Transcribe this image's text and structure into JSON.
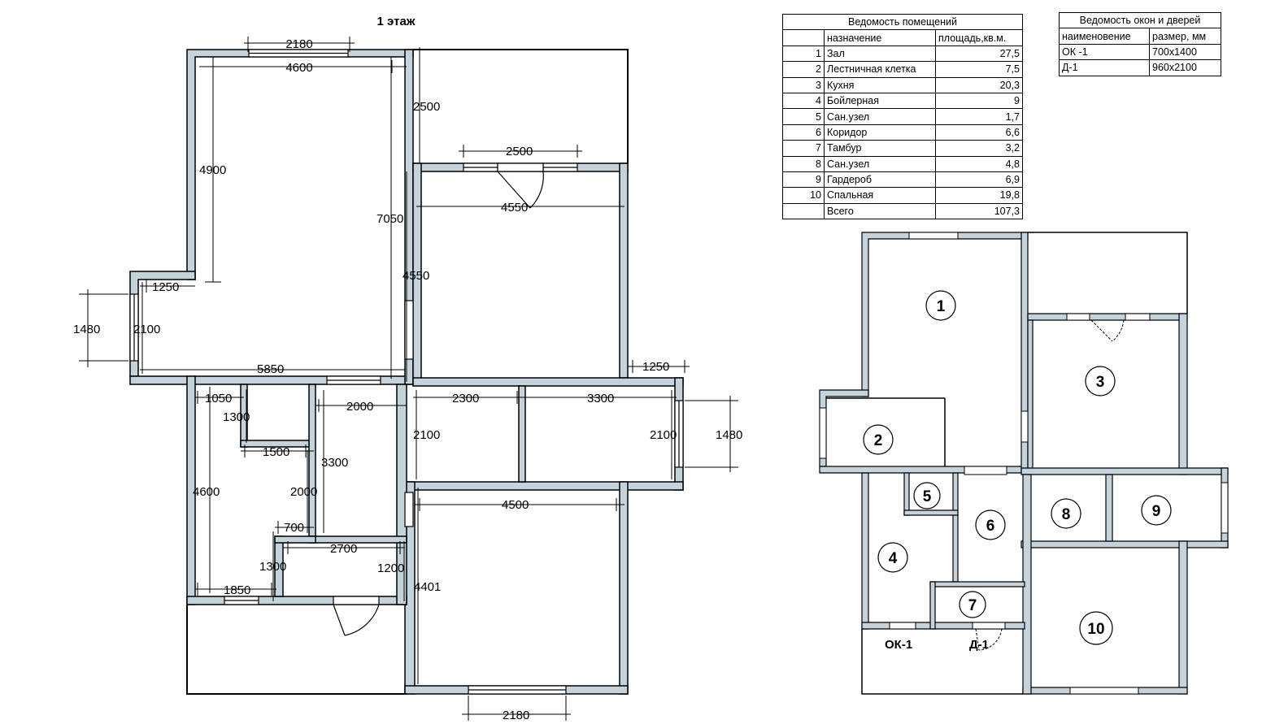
{
  "drawing": {
    "title": "1 этаж",
    "dimensions": [
      "2180",
      "4600",
      "2500",
      "4900",
      "7050",
      "2500",
      "4550",
      "4550",
      "1250",
      "1480",
      "2100",
      "5850",
      "1250",
      "1050",
      "2000",
      "2300",
      "3300",
      "1300",
      "1500",
      "3300",
      "2100",
      "2100",
      "1480",
      "4600",
      "2000",
      "700",
      "2700",
      "4500",
      "1300",
      "1200",
      "1850",
      "4401",
      "2180"
    ]
  },
  "rooms_schedule": {
    "title": "Ведомость помещений",
    "columns": [
      "",
      "назначение",
      "площадь,кв.м."
    ],
    "rows": [
      [
        "1",
        "Зал",
        "27,5"
      ],
      [
        "2",
        "Лестничная клетка",
        "7,5"
      ],
      [
        "3",
        "Кухня",
        "20,3"
      ],
      [
        "4",
        "Бойлерная",
        "9"
      ],
      [
        "5",
        "Сан.узел",
        "1,7"
      ],
      [
        "6",
        "Коридор",
        "6,6"
      ],
      [
        "7",
        "Тамбур",
        "3,2"
      ],
      [
        "8",
        "Сан.узел",
        "4,8"
      ],
      [
        "9",
        "Гардероб",
        "6,9"
      ],
      [
        "10",
        "Спальная",
        "19,8"
      ],
      [
        "",
        "Всего",
        "107,3"
      ]
    ]
  },
  "openings_schedule": {
    "title": "Ведомость окон и дверей",
    "columns": [
      "наименовение",
      "размер, мм"
    ],
    "rows": [
      [
        "ОК -1",
        "700х1400"
      ],
      [
        "Д-1",
        "960х2100"
      ]
    ]
  },
  "key_plan": {
    "room_numbers": [
      "1",
      "2",
      "3",
      "4",
      "5",
      "6",
      "7",
      "8",
      "9",
      "10"
    ],
    "labels": [
      "ОК-1",
      "Д-1"
    ]
  },
  "colors": {
    "wall_fill": "#c5d3dc",
    "line": "#000000",
    "background": "#ffffff"
  }
}
